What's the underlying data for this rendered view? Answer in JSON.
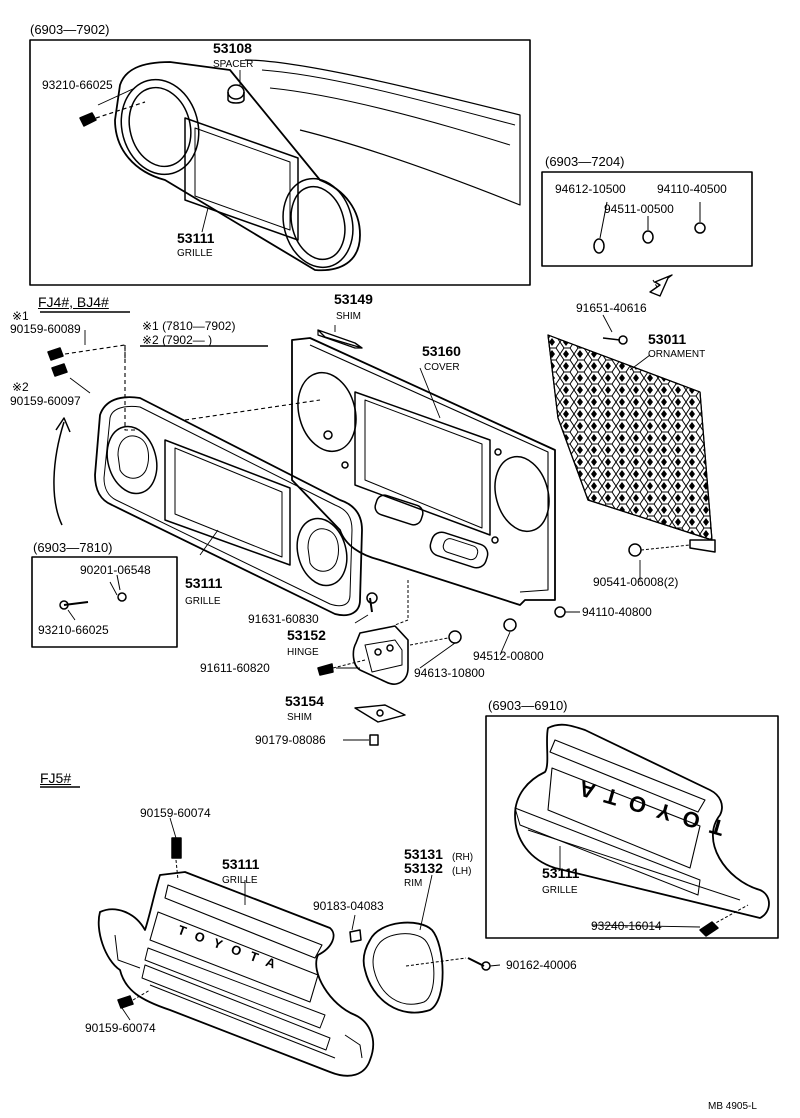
{
  "boxes": {
    "top": "(6903—7902)",
    "clip": "(6903—7204)",
    "small": "(6903—7810)",
    "right": "(6903—6910)"
  },
  "sections": {
    "fj4": "FJ4#, BJ4#",
    "fj5": "FJ5#"
  },
  "notes": {
    "m1_mark": "※1",
    "m2_mark": "※2",
    "m1_range": "※1 (7810—7902)",
    "m2_range": "※2 (7902—        )"
  },
  "parts": {
    "p53108": "53108",
    "spacer": "SPACER",
    "p93210a": "93210-66025",
    "p53111a": "53111",
    "grille": "GRILLE",
    "p94612": "94612-10500",
    "p94110a": "94110-40500",
    "p94511": "94511-00500",
    "p91651": "91651-40616",
    "p53149": "53149",
    "shim": "SHIM",
    "p53160": "53160",
    "cover": "COVER",
    "p53011": "53011",
    "ornament": "ORNAMENT",
    "p90159a": "90159-60089",
    "p90159b": "90159-60097",
    "p90541": "90541-06008(2)",
    "p94110b": "94110-40800",
    "p90201": "90201-06548",
    "p93210b": "93210-66025",
    "p53111b": "53111",
    "p91631": "91631-60830",
    "p53152": "53152",
    "hinge": "HINGE",
    "p91611": "91611-60820",
    "p94613": "94613-10800",
    "p94512": "94512-00800",
    "p53154": "53154",
    "p90179": "90179-08086",
    "p90159c": "90159-60074",
    "p53111c": "53111",
    "p53131": "53131",
    "rh": "(RH)",
    "p53132": "53132",
    "lh": "(LH)",
    "rim": "RIM",
    "p90183": "90183-04083",
    "p90162": "90162-40006",
    "p90159d": "90159-60074",
    "p53111d": "53111",
    "p93240": "93240-16014"
  },
  "emblem_text": "TOYOTA",
  "footer": "MB  4905-L"
}
